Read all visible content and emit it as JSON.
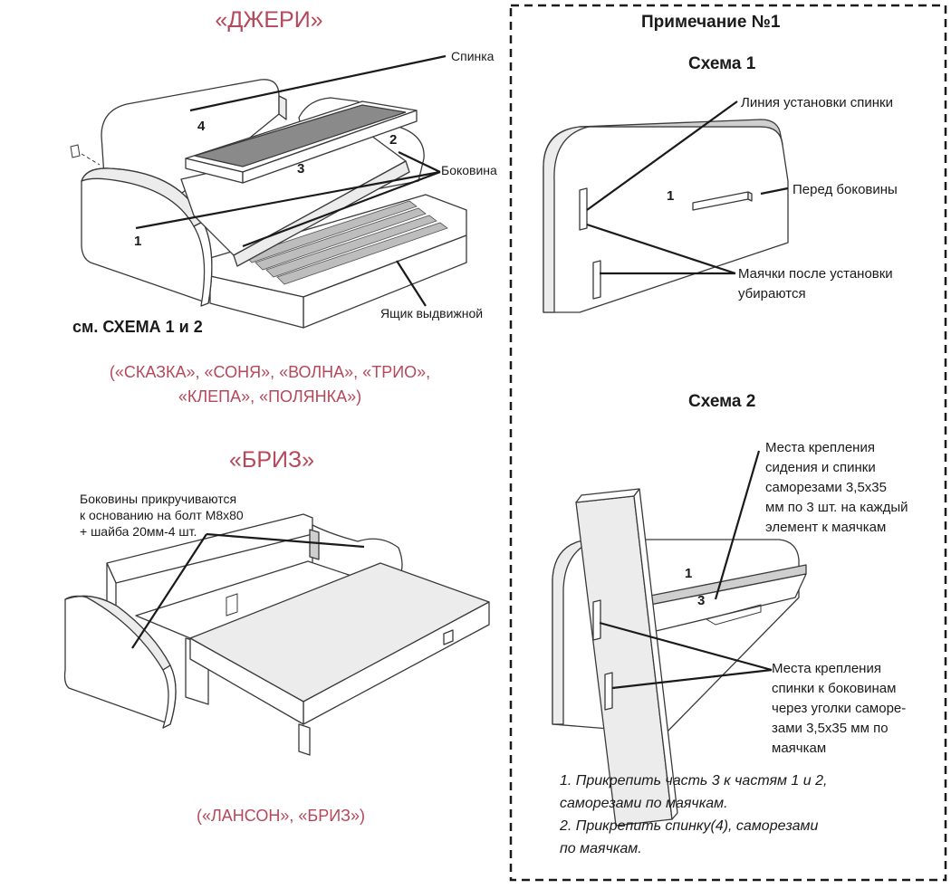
{
  "jeri": {
    "title": "«ДЖЕРИ»",
    "labels": {
      "spinka": "Спинка",
      "bokovina": "Боковина",
      "yaschik": "Ящик выдвижной"
    },
    "numbers": {
      "n1": "1",
      "n2": "2",
      "n3": "3",
      "n4": "4"
    },
    "see_scheme": "см. СХЕМА 1 и 2",
    "models_line1": "(«СКАЗКА», «СОНЯ», «ВОЛНА», «ТРИО»,",
    "models_line2": "«КЛЕПА», «ПОЛЯНКА»)"
  },
  "briz": {
    "title": "«БРИЗ»",
    "note_line1": "Боковины прикручиваются",
    "note_line2": "к основанию на болт М8х80",
    "note_line3": "+ шайба 20мм-4 шт.",
    "models": "(«ЛАНСОН», «БРИЗ»)"
  },
  "note": {
    "heading": "Примечание №1",
    "scheme1": {
      "title": "Схема 1",
      "liniya": "Линия установки спинки",
      "pered": "Перед боковины",
      "mayachki_line1": "Маячки после установки",
      "mayachki_line2": "убираются",
      "num1": "1"
    },
    "scheme2": {
      "title": "Схема 2",
      "mesta1_line1": "Места крепления",
      "mesta1_line2": "сидения и спинки",
      "mesta1_line3": "саморезами 3,5х35",
      "mesta1_line4": "мм по 3 шт. на каждый",
      "mesta1_line5": "элемент к маячкам",
      "mesta2_line1": "Места крепления",
      "mesta2_line2": "спинки к боковинам",
      "mesta2_line3": "через уголки саморе-",
      "mesta2_line4": "зами 3,5х35 мм по",
      "mesta2_line5": "маячкам",
      "num1": "1",
      "num3": "3"
    },
    "instr_line1": "1. Прикрепить часть 3 к частям 1 и 2,",
    "instr_line2": "саморезами по маячкам.",
    "instr_line3": "2. Прикрепить спинку(4), саморезами",
    "instr_line4": "по маячкам."
  }
}
